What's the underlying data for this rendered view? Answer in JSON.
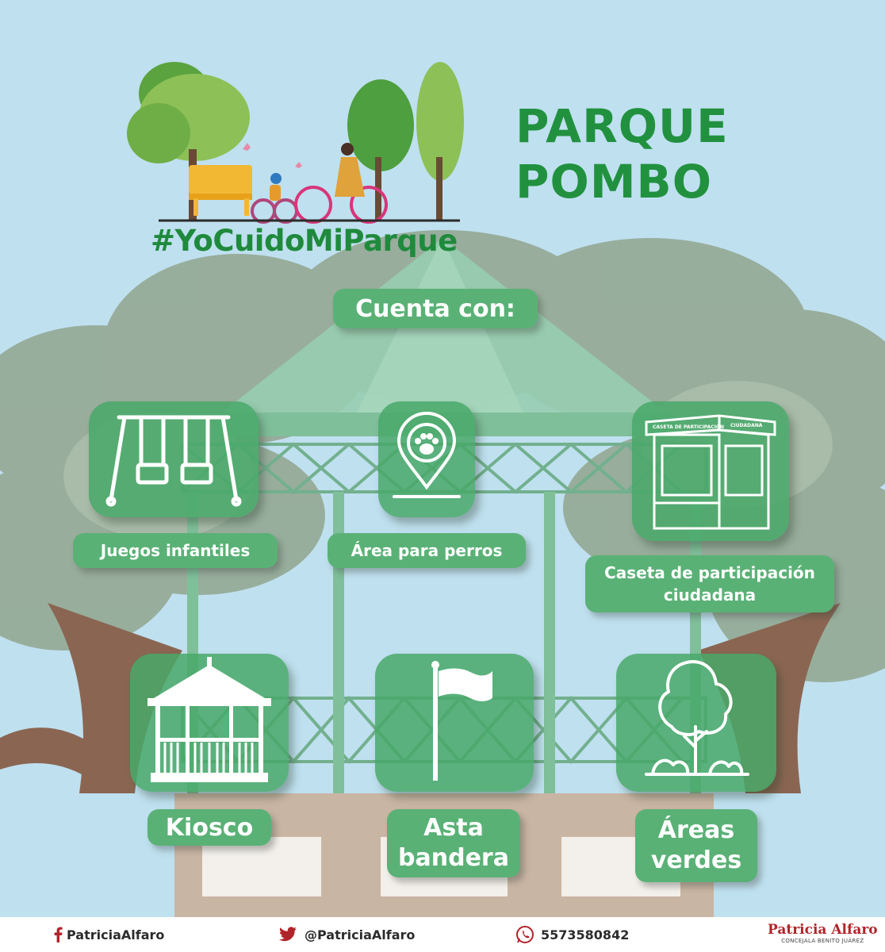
{
  "header": {
    "hashtag": "#YoCuidoMiParque",
    "title_line1": "PARQUE",
    "title_line2": "POMBO"
  },
  "section_label": "Cuenta con:",
  "amenities": {
    "juegos": {
      "label": "Juegos infantiles",
      "icon": "swing-icon"
    },
    "perros": {
      "label": "Área para perros",
      "icon": "paw-pin-icon"
    },
    "caseta": {
      "label": "Caseta de participación ciudadana",
      "icon": "booth-icon",
      "sign_left": "CASETA DE PARTICIPACIÓN",
      "sign_right": "CIUDADANA"
    },
    "kiosco": {
      "label": "Kiosco",
      "icon": "gazebo-icon"
    },
    "asta": {
      "label": "Asta bandera",
      "icon": "flagpole-icon"
    },
    "areas": {
      "label": "Áreas verdes",
      "icon": "tree-icon"
    }
  },
  "footer": {
    "facebook": "PatriciaAlfaro",
    "twitter": "@PatriciaAlfaro",
    "phone": "5573580842",
    "brand_name": "Patricia Alfaro",
    "brand_subtitle": "CONCEJALA BENITO JUÁREZ"
  },
  "colors": {
    "primary_green": "#21913f",
    "tile_green": "#48a868",
    "sky": "#bfe0ef",
    "brand_red": "#b0252a"
  }
}
